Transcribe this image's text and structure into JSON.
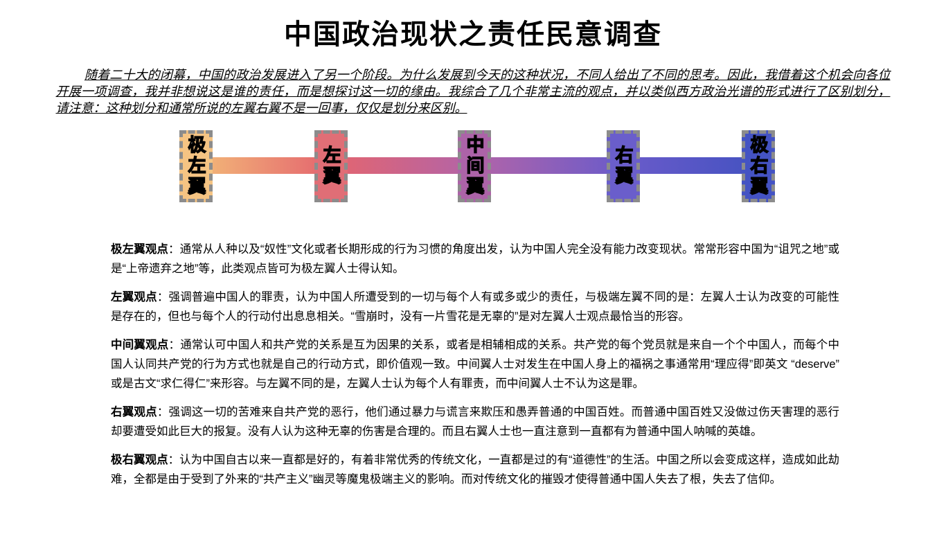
{
  "title": "中国政治现状之责任民意调查",
  "intro": "随着二十大的闭幕，中国的政治发展进入了另一个阶段。为什么发展到今天的这种状况，不同人给出了不同的思考。因此，我借着这个机会向各位开展一项调查，我并非想说这是谁的责任，而是想探讨这一切的缘由。我综合了几个非常主流的观点，并以类似西方政治光谱的形式进行了区别划分，请注意：这种划分和通常所说的左翼右翼不是一回事，仅仅是划分来区别。",
  "spectrum": {
    "bar_gradient": [
      "#F3BA78 0%",
      "#E4656F 24%",
      "#B164A9 50%",
      "#6A5BCA 76%",
      "#4452C1 100%"
    ],
    "box_border_color": "#8C8C8C",
    "labels": [
      {
        "text": "极左翼",
        "color": "#F5C483"
      },
      {
        "text": "左翼",
        "color": "#E06E76"
      },
      {
        "text": "中间翼",
        "color": "#AC63A8"
      },
      {
        "text": "右翼",
        "color": "#6A5ECB"
      },
      {
        "text": "极右翼",
        "color": "#4453C3"
      }
    ]
  },
  "opinions": [
    {
      "label": "极左翼观点",
      "text": "：通常从人种以及“奴性”文化或者长期形成的行为习惯的角度出发，认为中国人完全没有能力改变现状。常常形容中国为“诅咒之地”或是“上帝遗弃之地”等，此类观点皆可为极左翼人士得认知。"
    },
    {
      "label": "左翼观点",
      "text": "：强调普遍中国人的罪责，认为中国人所遭受到的一切与每个人有或多或少的责任，与极端左翼不同的是：左翼人士认为改变的可能性是存在的，但也与每个人的行动付出息息相关。“雪崩时，没有一片雪花是无辜的”是对左翼人士观点最恰当的形容。"
    },
    {
      "label": "中间翼观点",
      "text": "：通常认可中国人和共产党的关系是互为因果的关系，或者是相辅相成的关系。共产党的每个党员就是来自一个个中国人，而每个中国人认同共产党的行为方式也就是自己的行动方式，即价值观一致。中间翼人士对发生在中国人身上的福祸之事通常用“理应得”即英文 “deserve” 或是古文“求仁得仁”来形容。与左翼不同的是，左翼人士认为每个人有罪责，而中间翼人士不认为这是罪。"
    },
    {
      "label": "右翼观点",
      "text": "：强调这一切的苦难来自共产党的恶行，他们通过暴力与谎言来欺压和愚弄普通的中国百姓。而普通中国百姓又没做过伤天害理的恶行却要遭受如此巨大的报复。没有人认为这种无辜的伤害是合理的。而且右翼人士也一直注意到一直都有为普通中国人呐喊的英雄。"
    },
    {
      "label": "极右翼观点",
      "text": "：认为中国自古以来一直都是好的，有着非常优秀的传统文化，一直都是过的有“道德性”的生活。中国之所以会变成这样，造成如此劫难，全都是由于受到了外来的“共产主义”幽灵等魔鬼极端主义的影响。而对传统文化的摧毁才使得普通中国人失去了根，失去了信仰。"
    }
  ]
}
